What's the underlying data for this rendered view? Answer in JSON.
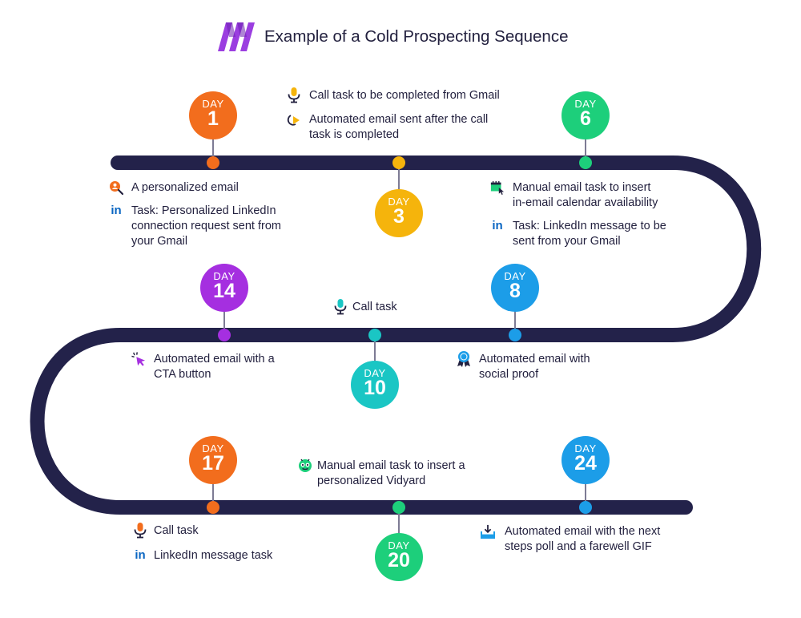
{
  "title": "Example of a Cold Prospecting Sequence",
  "colors": {
    "track": "#23224a",
    "orange": "#f26d1d",
    "yellow": "#f5b40c",
    "green": "#1dcf7b",
    "purple": "#a52fe0",
    "blue": "#1c9de8",
    "teal": "#1ac6c4",
    "logo": "#9b3ee0"
  },
  "days": [
    {
      "label": "DAY",
      "number": "1",
      "color": "#f26d1d"
    },
    {
      "label": "DAY",
      "number": "3",
      "color": "#f5b40c"
    },
    {
      "label": "DAY",
      "number": "6",
      "color": "#1dcf7b"
    },
    {
      "label": "DAY",
      "number": "14",
      "color": "#a52fe0"
    },
    {
      "label": "DAY",
      "number": "10",
      "color": "#1ac6c4"
    },
    {
      "label": "DAY",
      "number": "8",
      "color": "#1c9de8"
    },
    {
      "label": "DAY",
      "number": "17",
      "color": "#f26d1d"
    },
    {
      "label": "DAY",
      "number": "20",
      "color": "#1dcf7b"
    },
    {
      "label": "DAY",
      "number": "24",
      "color": "#1c9de8"
    }
  ],
  "notes": {
    "day1_email": {
      "icon": "search-person-icon",
      "text": "A personalized email"
    },
    "day1_linkedin": {
      "icon": "linkedin-icon",
      "glyph": "in",
      "lines": [
        "Task: Personalized LinkedIn",
        "connection request sent from",
        "your Gmail"
      ]
    },
    "day3_call": {
      "icon": "microphone-icon",
      "text": "Call task to be completed from Gmail"
    },
    "day3_auto": {
      "icon": "auto-send-icon",
      "lines": [
        "Automated email sent after the call",
        "task is completed"
      ]
    },
    "day6_manual": {
      "icon": "calendar-cursor-icon",
      "lines": [
        "Manual email task to insert",
        "in-email calendar availability"
      ]
    },
    "day6_linkedin": {
      "icon": "linkedin-icon",
      "glyph": "in",
      "lines": [
        "Task: LinkedIn message to be",
        "sent from your Gmail"
      ]
    },
    "day10_call": {
      "icon": "microphone-icon",
      "text": "Call task"
    },
    "day14_cta": {
      "icon": "cursor-click-icon",
      "lines": [
        "Automated email with a",
        "CTA button"
      ]
    },
    "day8_social": {
      "icon": "award-ribbon-icon",
      "lines": [
        "Automated email with",
        "social proof"
      ]
    },
    "day20_vidyard": {
      "icon": "vidyard-robot-icon",
      "lines": [
        "Manual email task to insert a",
        "personalized Vidyard"
      ]
    },
    "day17_call": {
      "icon": "microphone-icon",
      "text": "Call task"
    },
    "day17_linkedin": {
      "icon": "linkedin-icon",
      "glyph": "in",
      "text": "LinkedIn message task"
    },
    "day24_poll": {
      "icon": "download-tray-icon",
      "lines": [
        "Automated email with the next",
        "steps poll and a farewell GIF"
      ]
    }
  }
}
